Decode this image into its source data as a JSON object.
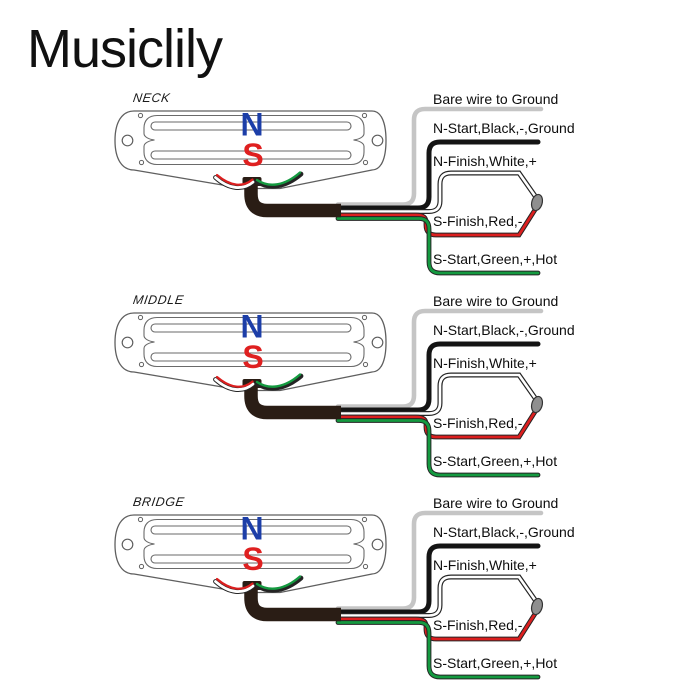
{
  "logo": "Musiclily",
  "magnet": {
    "north": "N",
    "south": "S"
  },
  "wire_labels": {
    "bare": "Bare wire to Ground",
    "n_start": "N-Start,Black,-,Ground",
    "n_finish": "N-Finish,White,+",
    "s_finish": "S-Finish,Red,-",
    "s_start": "S-Start,Green,+,Hot"
  },
  "sections": [
    {
      "name": "NECK"
    },
    {
      "name": "MIDDLE"
    },
    {
      "name": "BRIDGE"
    }
  ],
  "colors": {
    "north_blue": "#1c3ea8",
    "south_red": "#df2020",
    "bare_gray": "#c5c5c5",
    "black_wire": "#141414",
    "white_wire": "#ffffff",
    "red_wire": "#dc1f1f",
    "green_wire": "#149a40",
    "cable": "#2a1d15",
    "solder_joint": "#8f8f8f",
    "outline_gray": "#5f5f5f"
  }
}
